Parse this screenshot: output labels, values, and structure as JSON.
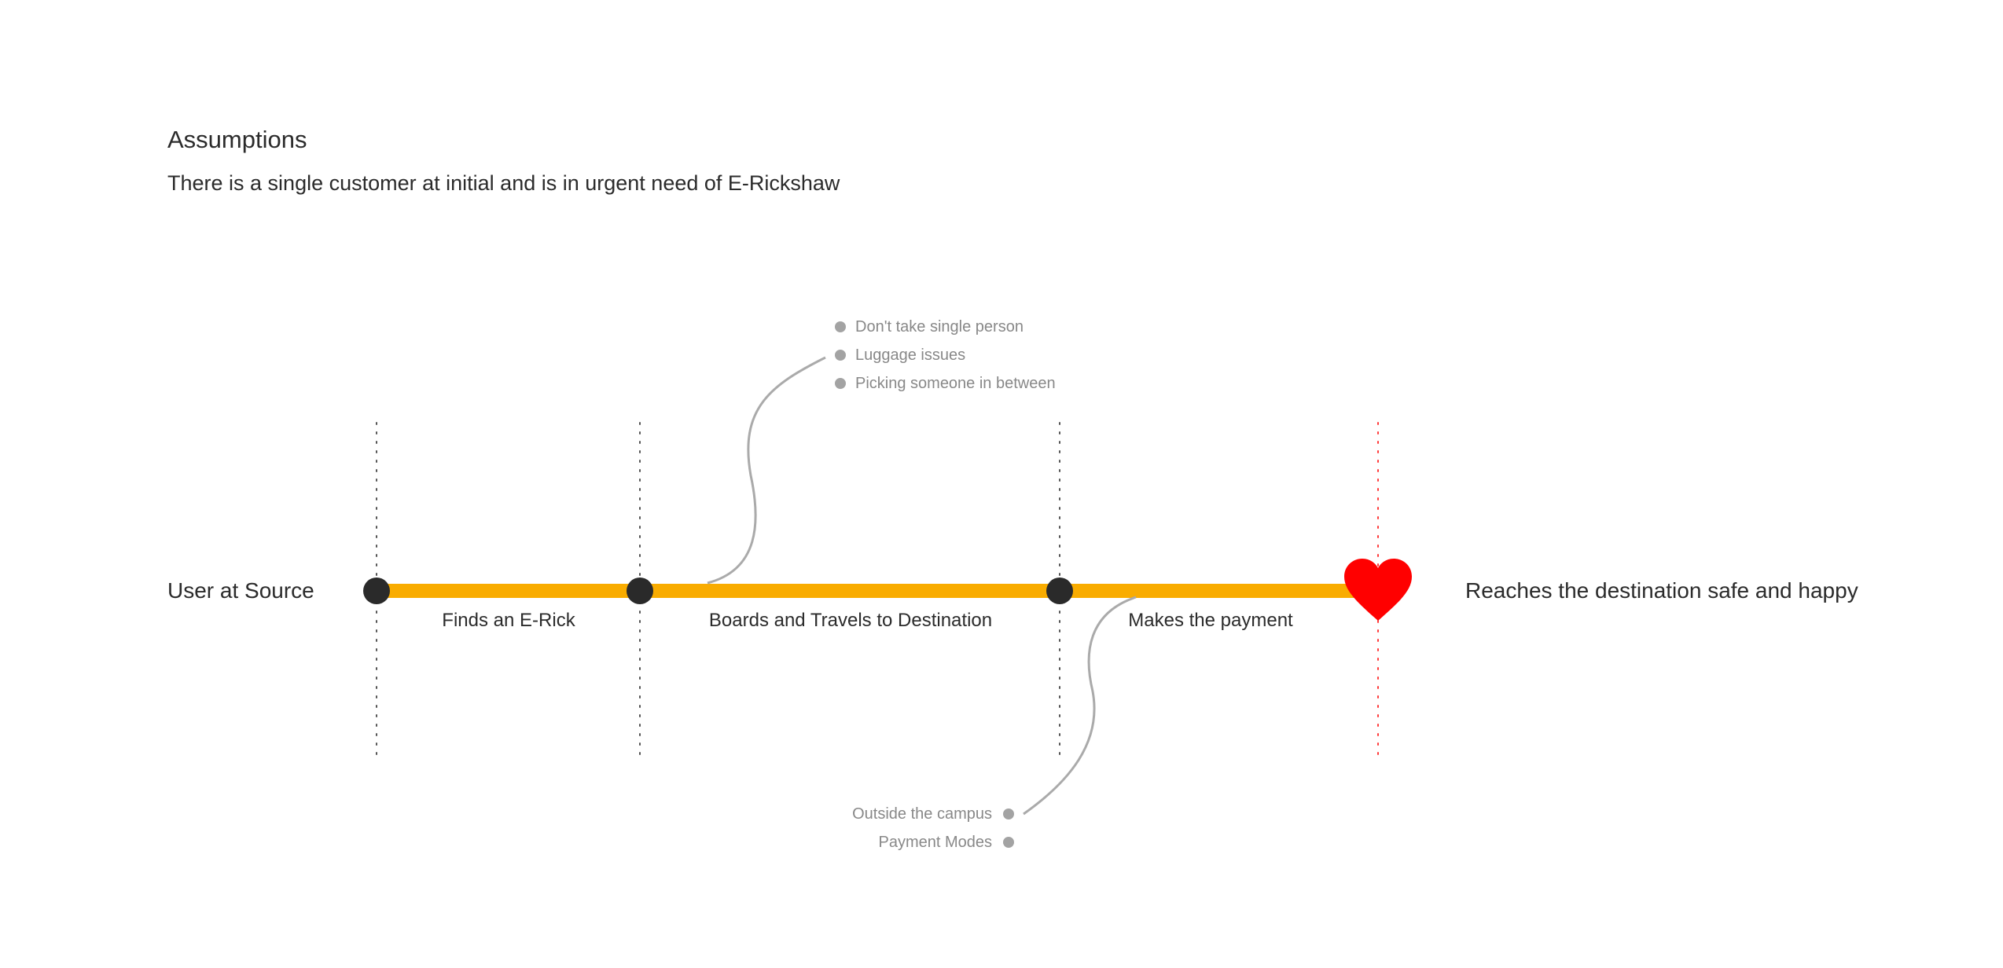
{
  "assumptions": {
    "heading": "Assumptions",
    "text": "There is a single customer at initial and is in urgent need of E-Rickshaw"
  },
  "journey": {
    "start_label": "User at Source",
    "end_label": "Reaches the destination safe and happy",
    "stages": [
      {
        "label": "Finds an E-Rick"
      },
      {
        "label": "Boards and Travels to Destination"
      },
      {
        "label": "Makes the payment"
      }
    ],
    "end_icon": "heart-icon",
    "colors": {
      "track": "#F9AC00",
      "node": "#2a2a2a",
      "heart": "#FF0000",
      "connector": "#aaaaaa",
      "divider": "#555555",
      "divider_end": "#ff3b3b"
    }
  },
  "pain_points": {
    "boarding": [
      "Don't take single person",
      "Luggage issues",
      "Picking someone in between"
    ],
    "payment": [
      "Outside the campus",
      "Payment Modes"
    ]
  }
}
